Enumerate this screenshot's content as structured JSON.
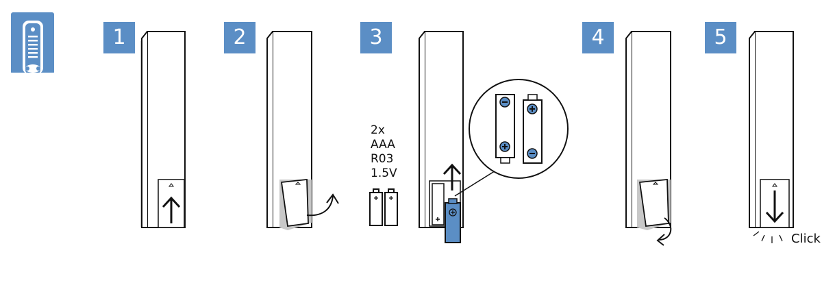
{
  "icon": {
    "name": "remote-control-icon",
    "color": "#5b8ec5"
  },
  "steps": [
    {
      "number": "1"
    },
    {
      "number": "2"
    },
    {
      "number": "3"
    },
    {
      "number": "4"
    },
    {
      "number": "5"
    }
  ],
  "battery": {
    "count": "2x",
    "type": "AAA",
    "code": "R03",
    "voltage": "1.5V"
  },
  "click_label": "Click",
  "colors": {
    "accent": "#5b8ec5",
    "line": "#111111",
    "shadow": "#c8c8c8"
  }
}
